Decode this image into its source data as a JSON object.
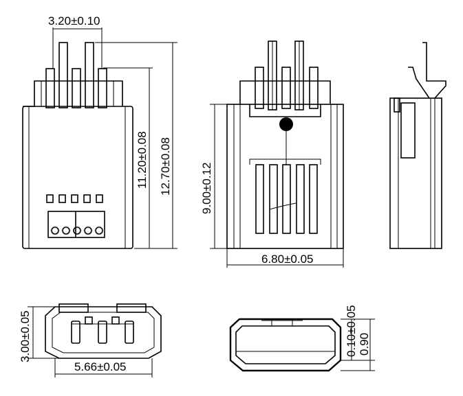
{
  "dimensions": {
    "pin_pitch": "3.20±0.10",
    "body_height": "11.20±0.08",
    "overall_height": "12.70±0.08",
    "side_height": "9.00±0.12",
    "body_width": "6.80±0.05",
    "front_height": "3.00±0.05",
    "front_width": "5.66±0.05",
    "plate_tolerance": "0.10±0.05",
    "plate_thickness": "0.90"
  }
}
